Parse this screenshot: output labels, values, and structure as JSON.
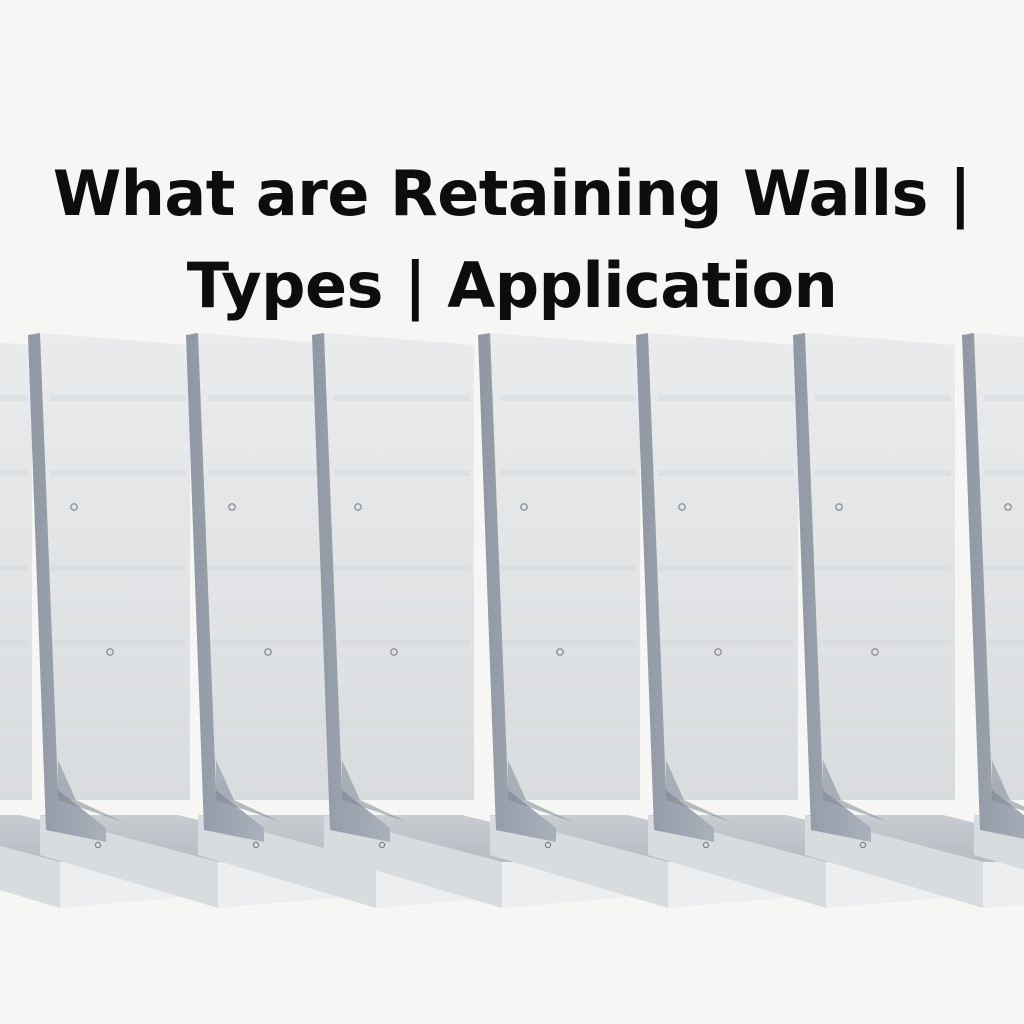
{
  "heading": {
    "line1": "What are Retaining Walls |",
    "line2": "Types | Application"
  },
  "colors": {
    "background": "#f6f6f4",
    "text": "#0d0d0d",
    "concrete_face": "#e4e6e8",
    "concrete_edge": "#9aa3ae",
    "concrete_dark": "#7f8894"
  },
  "illustration": {
    "subject": "row of precast L-shaped concrete retaining walls",
    "panel_count": 8
  }
}
